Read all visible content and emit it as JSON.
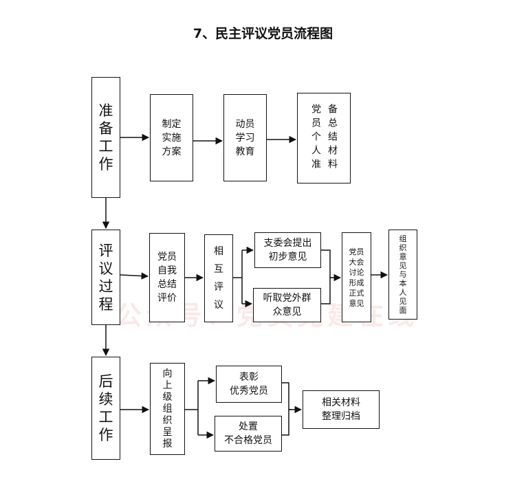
{
  "title": "7、民主评议党员流程图",
  "watermark": "公众号：党员党建在线",
  "phases": {
    "prepare": "准\n备\n工\n作",
    "review": "评\n议\n过\n程",
    "followup": "后\n续\n工\n作"
  },
  "steps": {
    "plan": "制定\n实施\n方案",
    "mobilize": "动员\n学习\n教育",
    "personal_material": "党员个人准备总结材料",
    "self_eval": "党员\n自我\n总结\n评价",
    "mutual_eval": "相\n互\n评\n议",
    "branch_opinion": "支委会提出\n初步意见",
    "public_opinion": "听取党外群\n众意见",
    "meeting": "党员\n大会\n讨论\n形成\n正式\n意见",
    "feedback": "组\n织\n意\n见\n与\n本\n人\n见\n面",
    "report": "向\n上\n级\n组\n织\n呈\n报",
    "commend": "表彰\n优秀党员",
    "handle": "处置\n不合格党员",
    "archive": "相关材料\n整理归档"
  },
  "colors": {
    "line": "#111111",
    "watermark": "#e87878"
  }
}
